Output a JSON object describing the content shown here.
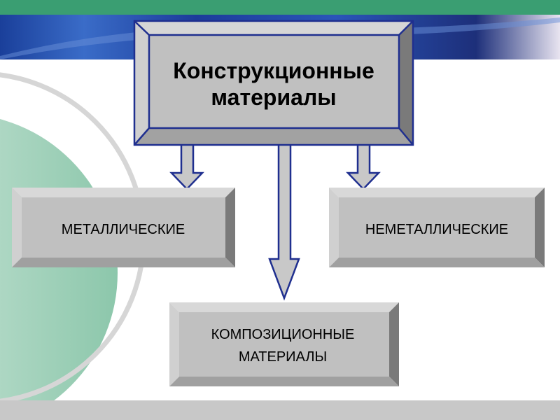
{
  "colors": {
    "green_bar": "#3a9e72",
    "box_face": "#c0c0c0",
    "outline": "#1f2f8f",
    "arrow_fill": "#c8c8c8"
  },
  "root": {
    "line1": "Конструкционные",
    "line2": "материалы"
  },
  "children": {
    "metal": "МЕТАЛЛИЧЕСКИЕ",
    "nonmetal": "НЕМЕТАЛЛИЧЕСКИЕ",
    "composite_line1": "КОМПОЗИЦИОННЫЕ",
    "composite_line2": "МАТЕРИАЛЫ"
  }
}
